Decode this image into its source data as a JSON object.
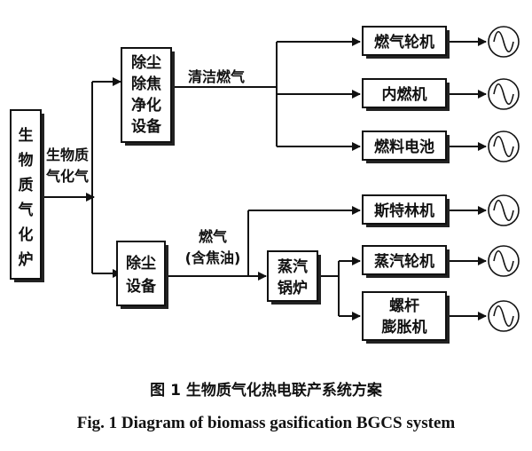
{
  "nodes": {
    "gasifier": [
      "生",
      "物",
      "质",
      "气",
      "化",
      "炉"
    ],
    "dust_tar_cleaner": [
      "除尘",
      "除焦",
      "净化",
      "设备"
    ],
    "dust_remover": [
      "除尘",
      "设备"
    ],
    "steam_boiler": [
      "蒸汽",
      "锅炉"
    ],
    "gas_turbine": "燃气轮机",
    "ic_engine": "内燃机",
    "fuel_cell": "燃料电池",
    "stirling": "斯特林机",
    "steam_turbine": "蒸汽轮机",
    "screw_expander": [
      "螺杆",
      "膨胀机"
    ]
  },
  "labels": {
    "biomass_gas": [
      "生物质",
      "气化气"
    ],
    "clean_gas": "清洁燃气",
    "fuel_gas": [
      "燃气",
      "(含焦油)"
    ]
  },
  "caption": {
    "cn": "图 1  生物质气化热电联产系统方案",
    "en": "Fig. 1  Diagram of biomass gasification BGCS system"
  }
}
